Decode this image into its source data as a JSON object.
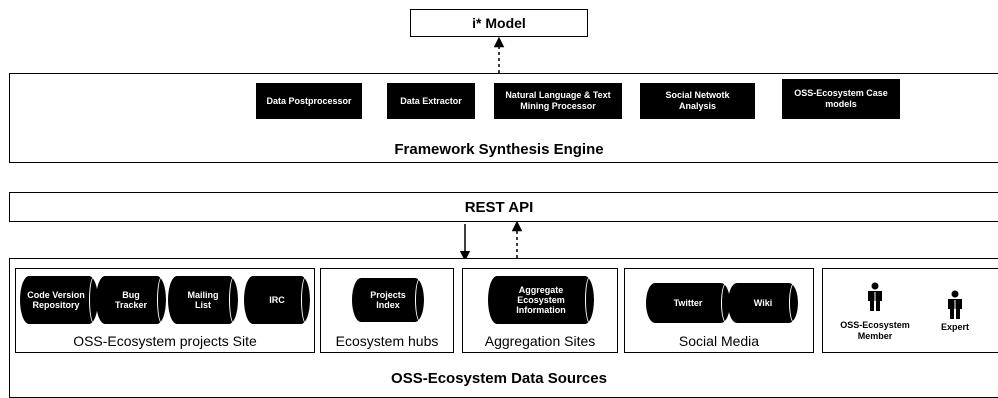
{
  "top_model": "i* Model",
  "engine": {
    "title": "Framework Synthesis Engine",
    "components": [
      "Data Postprocessor",
      "Data Extractor",
      "Natural Language & Text Mining Processor",
      "Social Netwotk Analysis",
      "OSS-Ecosystem Case models"
    ]
  },
  "rest_api": "REST API",
  "sources": {
    "title": "OSS-Ecosystem Data Sources",
    "groups": [
      {
        "label": "OSS-Ecosystem projects Site",
        "items": [
          "Code Version Repository",
          "Bug Tracker",
          "Mailing List",
          "IRC"
        ]
      },
      {
        "label": "Ecosystem hubs",
        "items": [
          "Projects Index"
        ]
      },
      {
        "label": "Aggregation Sites",
        "items": [
          "Aggregate Ecosystem Information"
        ]
      },
      {
        "label": "Social Media",
        "items": [
          "Twitter",
          "Wiki"
        ]
      },
      {
        "label": "",
        "actors": [
          "OSS-Ecosystem Member",
          "Expert"
        ]
      }
    ]
  }
}
